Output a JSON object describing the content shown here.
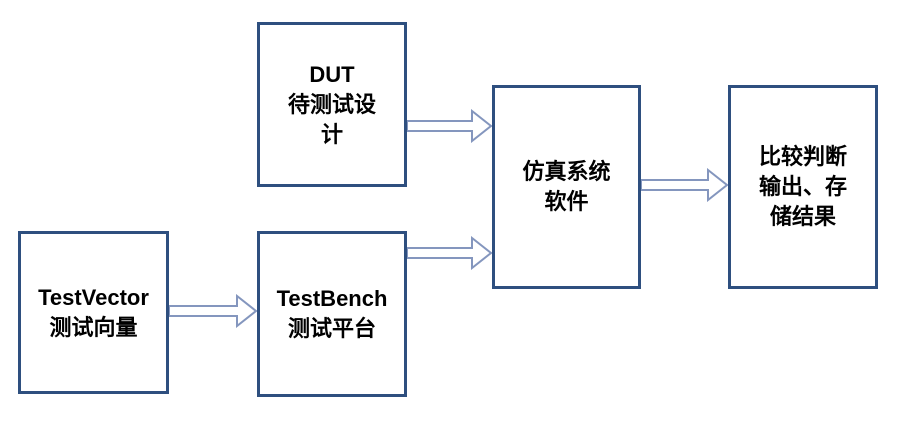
{
  "diagram": {
    "type": "flowchart",
    "background": "#ffffff",
    "nodes": [
      {
        "id": "dut",
        "lines": [
          "DUT",
          "待测试设",
          "计"
        ],
        "full_label": "DUT 待测试设计"
      },
      {
        "id": "testvector",
        "lines": [
          "TestVector",
          "测试向量"
        ],
        "full_label": "TestVector 测试向量"
      },
      {
        "id": "testbench",
        "lines": [
          "TestBench",
          "测试平台"
        ],
        "full_label": "TestBench 测试平台"
      },
      {
        "id": "sim",
        "lines": [
          "仿真系统",
          "软件"
        ],
        "full_label": "仿真系统软件"
      },
      {
        "id": "compare",
        "lines": [
          "比较判断",
          "输出、存",
          "储结果"
        ],
        "full_label": "比较判断输出、存储结果"
      }
    ],
    "edges": [
      {
        "from": "dut",
        "to": "sim",
        "style": "hollow-arrow"
      },
      {
        "from": "testvector",
        "to": "testbench",
        "style": "hollow-arrow"
      },
      {
        "from": "testbench",
        "to": "sim",
        "style": "hollow-arrow"
      },
      {
        "from": "sim",
        "to": "compare",
        "style": "hollow-arrow"
      }
    ]
  },
  "colors": {
    "box_border": "#2e4f7f",
    "box_fill": "#ffffff",
    "arrow_stroke": "#8496be",
    "arrow_fill": "#ffffff",
    "text_color": "#000000",
    "canvas_bg": "#ffffff"
  }
}
